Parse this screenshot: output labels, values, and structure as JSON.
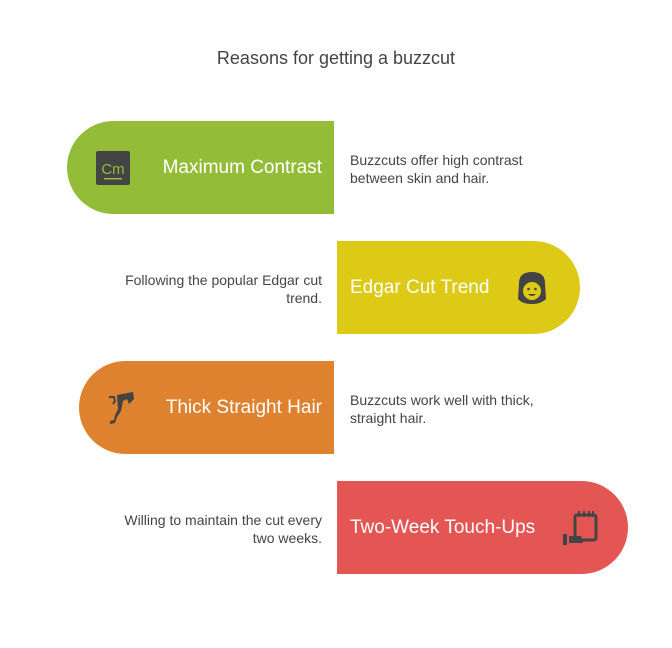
{
  "title": "Reasons for getting a buzzcut",
  "items": [
    {
      "label": "Maximum Contrast",
      "description": "Buzzcuts offer high contrast between skin and hair.",
      "color": "#93bd38",
      "icon": "contrast-cm-icon"
    },
    {
      "label": "Edgar Cut Trend",
      "description": "Following the popular Edgar cut trend.",
      "color": "#ddca16",
      "icon": "face-haircut-icon"
    },
    {
      "label": "Thick Straight Hair",
      "description": "Buzzcuts work well with thick, straight hair.",
      "color": "#de8230",
      "icon": "head-profile-icon"
    },
    {
      "label": "Two-Week Touch-Ups",
      "description": "Willing to maintain the cut every two weeks.",
      "color": "#e45653",
      "icon": "calendar-hand-icon"
    }
  ]
}
